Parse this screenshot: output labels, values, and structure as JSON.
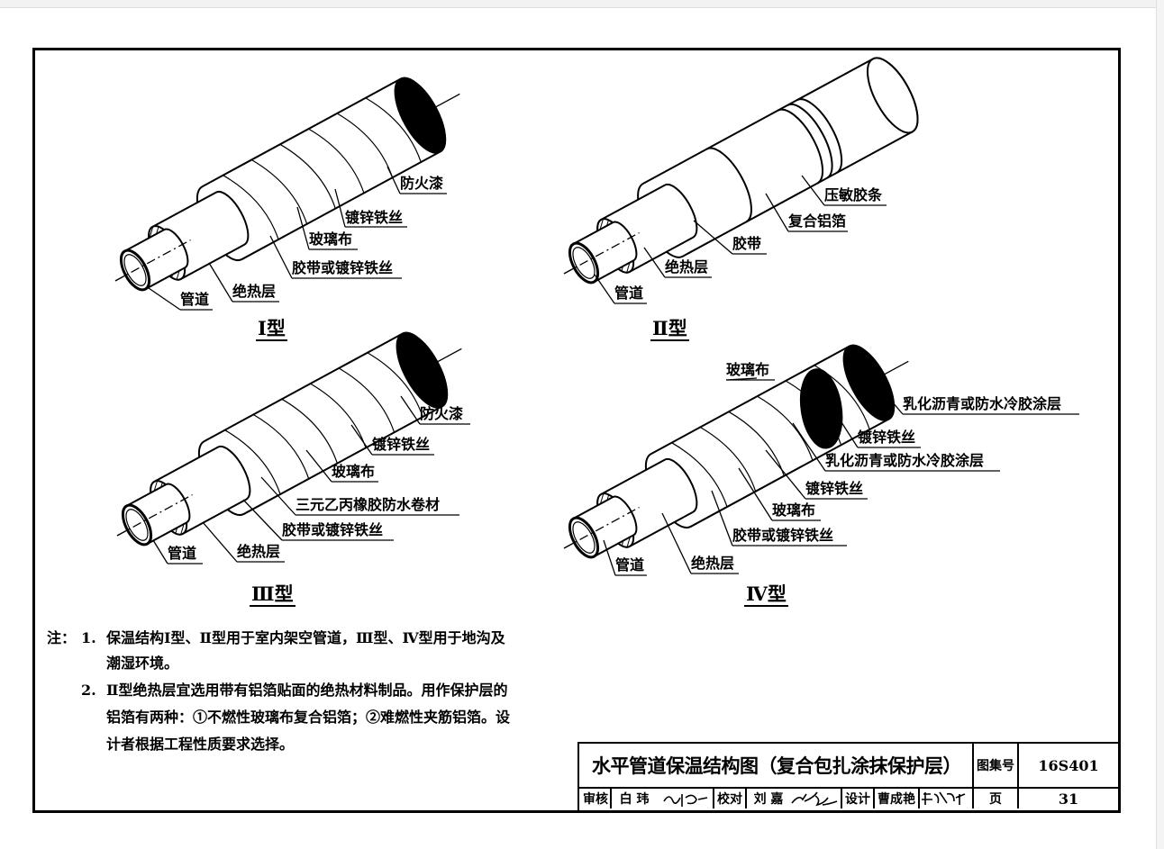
{
  "labels": {
    "t1": {
      "fireproof": "防火漆",
      "galv_wire": "镀锌铁丝",
      "glass_cloth": "玻璃布",
      "tape_or_wire": "胶带或镀锌铁丝",
      "insulation": "绝热层",
      "pipe": "管道",
      "type": "Ⅰ型"
    },
    "t2": {
      "pressure_tape": "压敏胶条",
      "composite_foil": "复合铝箔",
      "tape": "胶带",
      "insulation": "绝热层",
      "pipe": "管道",
      "type": "Ⅱ型"
    },
    "t3": {
      "fireproof": "防火漆",
      "galv_wire": "镀锌铁丝",
      "glass_cloth": "玻璃布",
      "epdm": "三元乙丙橡胶防水卷材",
      "tape_or_wire": "胶带或镀锌铁丝",
      "insulation": "绝热层",
      "pipe": "管道",
      "type": "Ⅲ型"
    },
    "t4": {
      "glass_cloth_top": "玻璃布",
      "emulsion_top": "乳化沥青或防水冷胶涂层",
      "galv_wire_top": "镀锌铁丝",
      "emulsion_mid": "乳化沥青或防水冷胶涂层",
      "galv_wire_mid": "镀锌铁丝",
      "glass_cloth": "玻璃布",
      "tape_or_wire": "胶带或镀锌铁丝",
      "insulation": "绝热层",
      "pipe": "管道",
      "type": "Ⅳ型"
    }
  },
  "notes": {
    "prefix": "注：",
    "n1_num": "1.",
    "n1_line1": "保温结构Ⅰ型、Ⅱ型用于室内架空管道，Ⅲ型、Ⅳ型用于地沟及",
    "n1_line2": "潮湿环境。",
    "n2_num": "2.",
    "n2_line1": "Ⅱ型绝热层宜选用带有铝箔贴面的绝热材料制品。用作保护层的",
    "n2_line2": "铝箔有两种：①不燃性玻璃布复合铝箔；②难燃性夹筋铝箔。设",
    "n2_line3": "计者根据工程性质要求选择。"
  },
  "title_block": {
    "title": "水平管道保温结构图（复合包扎涂抹保护层）",
    "atlas_label": "图集号",
    "atlas_no": "16S401",
    "review_label": "审核",
    "reviewer": "白 玮",
    "check_label": "校对",
    "checker": "刘 嘉",
    "design_label": "设计",
    "designer": "曹成艳",
    "page_label": "页",
    "page_no": "31"
  }
}
